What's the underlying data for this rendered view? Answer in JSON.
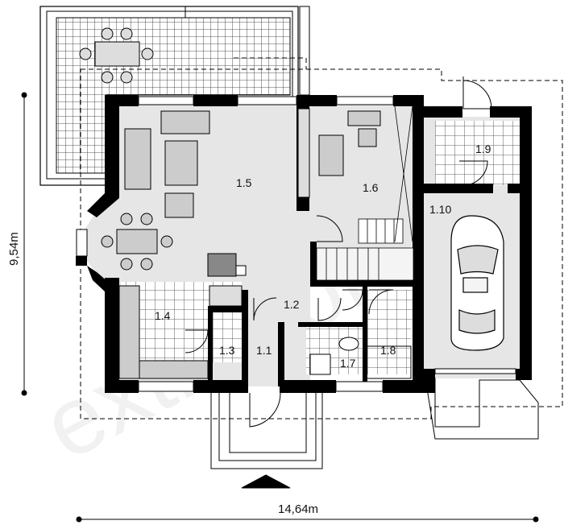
{
  "rooms": {
    "r1_1": "1.1",
    "r1_2": "1.2",
    "r1_3": "1.3",
    "r1_4": "1.4",
    "r1_5": "1.5",
    "r1_6": "1.6",
    "r1_7": "1.7",
    "r1_8": "1.8",
    "r1_9": "1.9",
    "r1_10": "1.10"
  },
  "dimensions": {
    "width": "14,64m",
    "height": "9,54m"
  },
  "watermark": "extradom",
  "colors": {
    "wall": "#000000",
    "floor": "#e8e8e8",
    "tile_line": "#222222",
    "furniture": "#cccccc"
  }
}
